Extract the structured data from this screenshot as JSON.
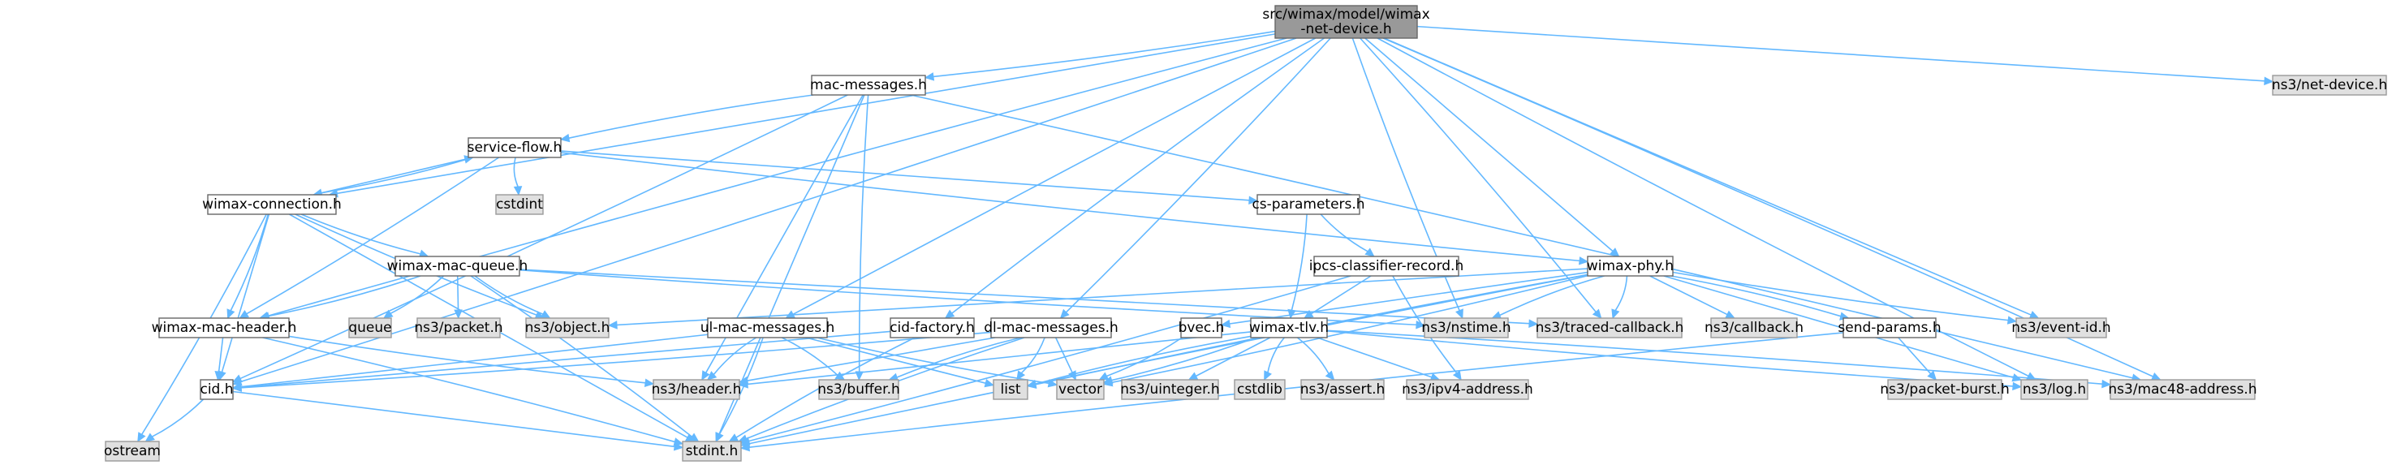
{
  "diagram": {
    "colors": {
      "edge": "#63b8ff",
      "root_fill": "#999999",
      "internal_fill": "#ffffff",
      "external_fill": "#e0e0e0",
      "border_internal": "#666666",
      "border_external": "#999999"
    },
    "nodes": [
      {
        "id": "root",
        "kind": "root",
        "lines": [
          "src/wimax/model/wimax",
          "-net-device.h"
        ]
      },
      {
        "id": "mac_messages",
        "kind": "internal",
        "lines": [
          "mac-messages.h"
        ]
      },
      {
        "id": "service_flow",
        "kind": "internal",
        "lines": [
          "service-flow.h"
        ]
      },
      {
        "id": "cstdint",
        "kind": "external",
        "lines": [
          "cstdint"
        ]
      },
      {
        "id": "wimax_connection",
        "kind": "internal",
        "lines": [
          "wimax-connection.h"
        ]
      },
      {
        "id": "cs_parameters",
        "kind": "internal",
        "lines": [
          "cs-parameters.h"
        ]
      },
      {
        "id": "ipcs_classifier_record",
        "kind": "internal",
        "lines": [
          "ipcs-classifier-record.h"
        ]
      },
      {
        "id": "wimax_phy",
        "kind": "internal",
        "lines": [
          "wimax-phy.h"
        ]
      },
      {
        "id": "wimax_mac_queue",
        "kind": "internal",
        "lines": [
          "wimax-mac-queue.h"
        ]
      },
      {
        "id": "queue",
        "kind": "external",
        "lines": [
          "queue"
        ]
      },
      {
        "id": "ns3_packet",
        "kind": "external",
        "lines": [
          "ns3/packet.h"
        ]
      },
      {
        "id": "ns3_object",
        "kind": "external",
        "lines": [
          "ns3/object.h"
        ]
      },
      {
        "id": "wimax_mac_header",
        "kind": "internal",
        "lines": [
          "wimax-mac-header.h"
        ]
      },
      {
        "id": "ul_mac_messages",
        "kind": "internal",
        "lines": [
          "ul-mac-messages.h"
        ]
      },
      {
        "id": "cid_factory",
        "kind": "internal",
        "lines": [
          "cid-factory.h"
        ]
      },
      {
        "id": "dl_mac_messages",
        "kind": "internal",
        "lines": [
          "dl-mac-messages.h"
        ]
      },
      {
        "id": "bvec",
        "kind": "internal",
        "lines": [
          "bvec.h"
        ]
      },
      {
        "id": "wimax_tlv",
        "kind": "internal",
        "lines": [
          "wimax-tlv.h"
        ]
      },
      {
        "id": "ns3_nstime",
        "kind": "external",
        "lines": [
          "ns3/nstime.h"
        ]
      },
      {
        "id": "ns3_traced_callback",
        "kind": "external",
        "lines": [
          "ns3/traced-callback.h"
        ]
      },
      {
        "id": "ns3_callback",
        "kind": "external",
        "lines": [
          "ns3/callback.h"
        ]
      },
      {
        "id": "send_params",
        "kind": "internal",
        "lines": [
          "send-params.h"
        ]
      },
      {
        "id": "ns3_event_id",
        "kind": "external",
        "lines": [
          "ns3/event-id.h"
        ]
      },
      {
        "id": "ns3_net_device",
        "kind": "external",
        "lines": [
          "ns3/net-device.h"
        ]
      },
      {
        "id": "cid",
        "kind": "internal",
        "lines": [
          "cid.h"
        ]
      },
      {
        "id": "ns3_header",
        "kind": "external",
        "lines": [
          "ns3/header.h"
        ]
      },
      {
        "id": "ns3_buffer",
        "kind": "external",
        "lines": [
          "ns3/buffer.h"
        ]
      },
      {
        "id": "list",
        "kind": "external",
        "lines": [
          "list"
        ]
      },
      {
        "id": "vector",
        "kind": "external",
        "lines": [
          "vector"
        ]
      },
      {
        "id": "ns3_uinteger",
        "kind": "external",
        "lines": [
          "ns3/uinteger.h"
        ]
      },
      {
        "id": "cstdlib",
        "kind": "external",
        "lines": [
          "cstdlib"
        ]
      },
      {
        "id": "ns3_assert",
        "kind": "external",
        "lines": [
          "ns3/assert.h"
        ]
      },
      {
        "id": "ns3_ipv4_address",
        "kind": "external",
        "lines": [
          "ns3/ipv4-address.h"
        ]
      },
      {
        "id": "ns3_packet_burst",
        "kind": "external",
        "lines": [
          "ns3/packet-burst.h"
        ]
      },
      {
        "id": "ns3_log",
        "kind": "external",
        "lines": [
          "ns3/log.h"
        ]
      },
      {
        "id": "ns3_mac48_address",
        "kind": "external",
        "lines": [
          "ns3/mac48-address.h"
        ]
      },
      {
        "id": "ostream",
        "kind": "external",
        "lines": [
          "ostream"
        ]
      },
      {
        "id": "stdint",
        "kind": "external",
        "lines": [
          "stdint.h"
        ]
      }
    ],
    "edges": [
      [
        "root",
        "mac_messages"
      ],
      [
        "root",
        "wimax_connection"
      ],
      [
        "root",
        "wimax_mac_header"
      ],
      [
        "root",
        "cid"
      ],
      [
        "root",
        "ul_mac_messages"
      ],
      [
        "root",
        "cid_factory"
      ],
      [
        "root",
        "dl_mac_messages"
      ],
      [
        "root",
        "wimax_phy"
      ],
      [
        "root",
        "ns3_nstime"
      ],
      [
        "root",
        "ns3_traced_callback"
      ],
      [
        "root",
        "ns3_event_id"
      ],
      [
        "root",
        "ns3_log"
      ],
      [
        "root",
        "ns3_mac48_address"
      ],
      [
        "root",
        "ns3_net_device"
      ],
      [
        "mac_messages",
        "service_flow"
      ],
      [
        "mac_messages",
        "cid"
      ],
      [
        "mac_messages",
        "ns3_header"
      ],
      [
        "mac_messages",
        "ns3_buffer"
      ],
      [
        "mac_messages",
        "ns3_mac48_address"
      ],
      [
        "mac_messages",
        "stdint"
      ],
      [
        "service_flow",
        "cstdint"
      ],
      [
        "service_flow",
        "wimax_connection"
      ],
      [
        "service_flow",
        "cs_parameters"
      ],
      [
        "service_flow",
        "wimax_phy"
      ],
      [
        "service_flow",
        "wimax_mac_header"
      ],
      [
        "wimax_connection",
        "service_flow"
      ],
      [
        "wimax_connection",
        "wimax_mac_queue"
      ],
      [
        "wimax_connection",
        "wimax_mac_header"
      ],
      [
        "wimax_connection",
        "cid"
      ],
      [
        "wimax_connection",
        "ns3_object"
      ],
      [
        "wimax_connection",
        "ostream"
      ],
      [
        "wimax_connection",
        "stdint"
      ],
      [
        "cs_parameters",
        "ipcs_classifier_record"
      ],
      [
        "cs_parameters",
        "wimax_tlv"
      ],
      [
        "ipcs_classifier_record",
        "wimax_tlv"
      ],
      [
        "ipcs_classifier_record",
        "ns3_ipv4_address"
      ],
      [
        "ipcs_classifier_record",
        "stdint"
      ],
      [
        "wimax_phy",
        "ns3_object"
      ],
      [
        "wimax_phy",
        "ns3_nstime"
      ],
      [
        "wimax_phy",
        "ns3_traced_callback"
      ],
      [
        "wimax_phy",
        "ns3_callback"
      ],
      [
        "wimax_phy",
        "ns3_event_id"
      ],
      [
        "wimax_phy",
        "send_params"
      ],
      [
        "wimax_phy",
        "bvec"
      ],
      [
        "wimax_phy",
        "list"
      ],
      [
        "wimax_phy",
        "vector"
      ],
      [
        "wimax_phy",
        "ns3_log"
      ],
      [
        "wimax_phy",
        "stdint"
      ],
      [
        "wimax_mac_queue",
        "queue"
      ],
      [
        "wimax_mac_queue",
        "ns3_packet"
      ],
      [
        "wimax_mac_queue",
        "ns3_object"
      ],
      [
        "wimax_mac_queue",
        "wimax_mac_header"
      ],
      [
        "wimax_mac_queue",
        "ns3_traced_callback"
      ],
      [
        "wimax_mac_queue",
        "ns3_nstime"
      ],
      [
        "wimax_mac_queue",
        "stdint"
      ],
      [
        "wimax_mac_header",
        "cid"
      ],
      [
        "wimax_mac_header",
        "ns3_header"
      ],
      [
        "wimax_mac_header",
        "stdint"
      ],
      [
        "ul_mac_messages",
        "cid"
      ],
      [
        "ul_mac_messages",
        "ns3_header"
      ],
      [
        "ul_mac_messages",
        "ns3_buffer"
      ],
      [
        "ul_mac_messages",
        "list"
      ],
      [
        "ul_mac_messages",
        "vector"
      ],
      [
        "ul_mac_messages",
        "stdint"
      ],
      [
        "cid_factory",
        "cid"
      ],
      [
        "cid_factory",
        "stdint"
      ],
      [
        "dl_mac_messages",
        "cid"
      ],
      [
        "dl_mac_messages",
        "ns3_header"
      ],
      [
        "dl_mac_messages",
        "ns3_buffer"
      ],
      [
        "dl_mac_messages",
        "list"
      ],
      [
        "dl_mac_messages",
        "vector"
      ],
      [
        "dl_mac_messages",
        "stdint"
      ],
      [
        "bvec",
        "vector"
      ],
      [
        "wimax_tlv",
        "ns3_header"
      ],
      [
        "wimax_tlv",
        "list"
      ],
      [
        "wimax_tlv",
        "vector"
      ],
      [
        "wimax_tlv",
        "ns3_uinteger"
      ],
      [
        "wimax_tlv",
        "cstdlib"
      ],
      [
        "wimax_tlv",
        "ns3_assert"
      ],
      [
        "wimax_tlv",
        "ns3_ipv4_address"
      ],
      [
        "wimax_tlv",
        "ns3_log"
      ],
      [
        "wimax_tlv",
        "ns3_mac48_address"
      ],
      [
        "send_params",
        "ns3_packet_burst"
      ],
      [
        "send_params",
        "stdint"
      ],
      [
        "cid",
        "ostream"
      ],
      [
        "cid",
        "stdint"
      ]
    ]
  }
}
